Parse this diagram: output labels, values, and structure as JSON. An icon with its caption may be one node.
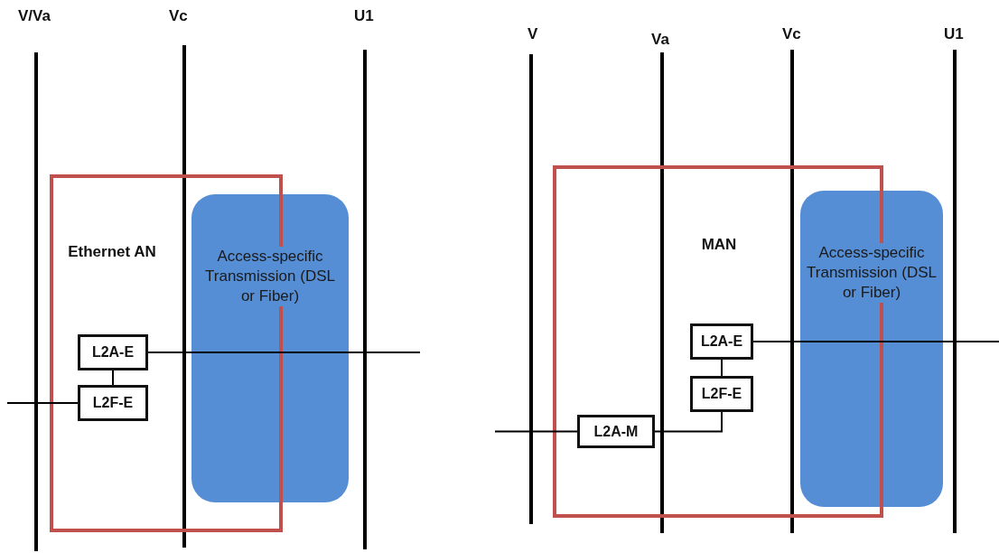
{
  "diagram": {
    "nodes": [
      {
        "text": [
          "Ethernet AN"
        ]
      },
      {
        "text": [
          "Access-specific Transmission (DSL or Fiber)"
        ]
      },
      {
        "text": [
          "L2A-E"
        ],
        "in": 0
      },
      {
        "text": [
          "L2F-E"
        ],
        "in": 0
      },
      {
        "text": [
          "MAN"
        ]
      },
      {
        "text": [
          "Access-specific Transmission (DSL or Fiber)"
        ]
      },
      {
        "text": [
          "L2A-E"
        ],
        "in": 4
      },
      {
        "text": [
          "L2F-E"
        ],
        "in": 4
      },
      {
        "text": [
          "L2A-M"
        ],
        "in": 4
      }
    ],
    "edges": [
      {
        "from": 2,
        "to": 3,
        "arrow": "none"
      },
      {
        "from": 2,
        "to": null,
        "arrow": "none"
      },
      {
        "from": null,
        "to": 3,
        "arrow": "none"
      },
      {
        "from": 6,
        "to": 7,
        "arrow": "none"
      },
      {
        "from": 7,
        "to": 8,
        "arrow": "none"
      },
      {
        "from": 6,
        "to": null,
        "arrow": "none"
      },
      {
        "from": null,
        "to": 8,
        "arrow": "none"
      }
    ],
    "labels": [
      "V/Va",
      "Vc",
      "U1",
      "V",
      "Va",
      "Vc",
      "U1"
    ]
  }
}
